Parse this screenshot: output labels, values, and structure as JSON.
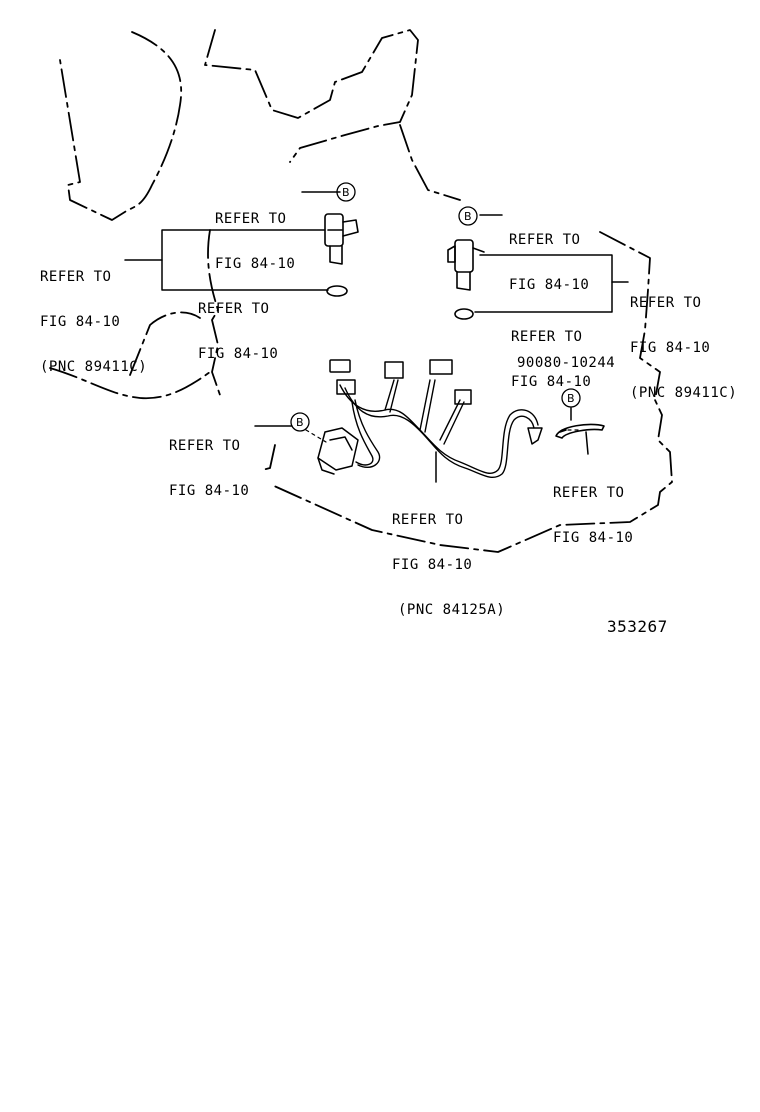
{
  "diagram": {
    "refs": {
      "ref_top_left": {
        "line1": "REFER TO",
        "line2": "FIG 84-10"
      },
      "ref_left_pnc": {
        "line1": "REFER TO",
        "line2": "FIG 84-10",
        "line3": "(PNC 89411C)"
      },
      "ref_left_oring": {
        "line1": "REFER TO",
        "line2": "FIG 84-10"
      },
      "ref_top_right": {
        "line1": "REFER TO",
        "line2": "FIG 84-10"
      },
      "ref_right_pnc": {
        "line1": "REFER TO",
        "line2": "FIG 84-10",
        "line3": "(PNC 89411C)"
      },
      "ref_right_oring": {
        "line1": "REFER TO",
        "line2": "FIG 84-10"
      },
      "ref_lower_left": {
        "line1": "REFER TO",
        "line2": "FIG 84-10"
      },
      "ref_harness": {
        "line1": "REFER TO",
        "line2": "FIG 84-10",
        "line3": "(PNC 84125A)"
      },
      "ref_clip": {
        "line1": "REFER TO",
        "line2": "FIG 84-10"
      }
    },
    "part_number": "90080-10244",
    "badge_letter": "B",
    "figure_id": "353267"
  }
}
